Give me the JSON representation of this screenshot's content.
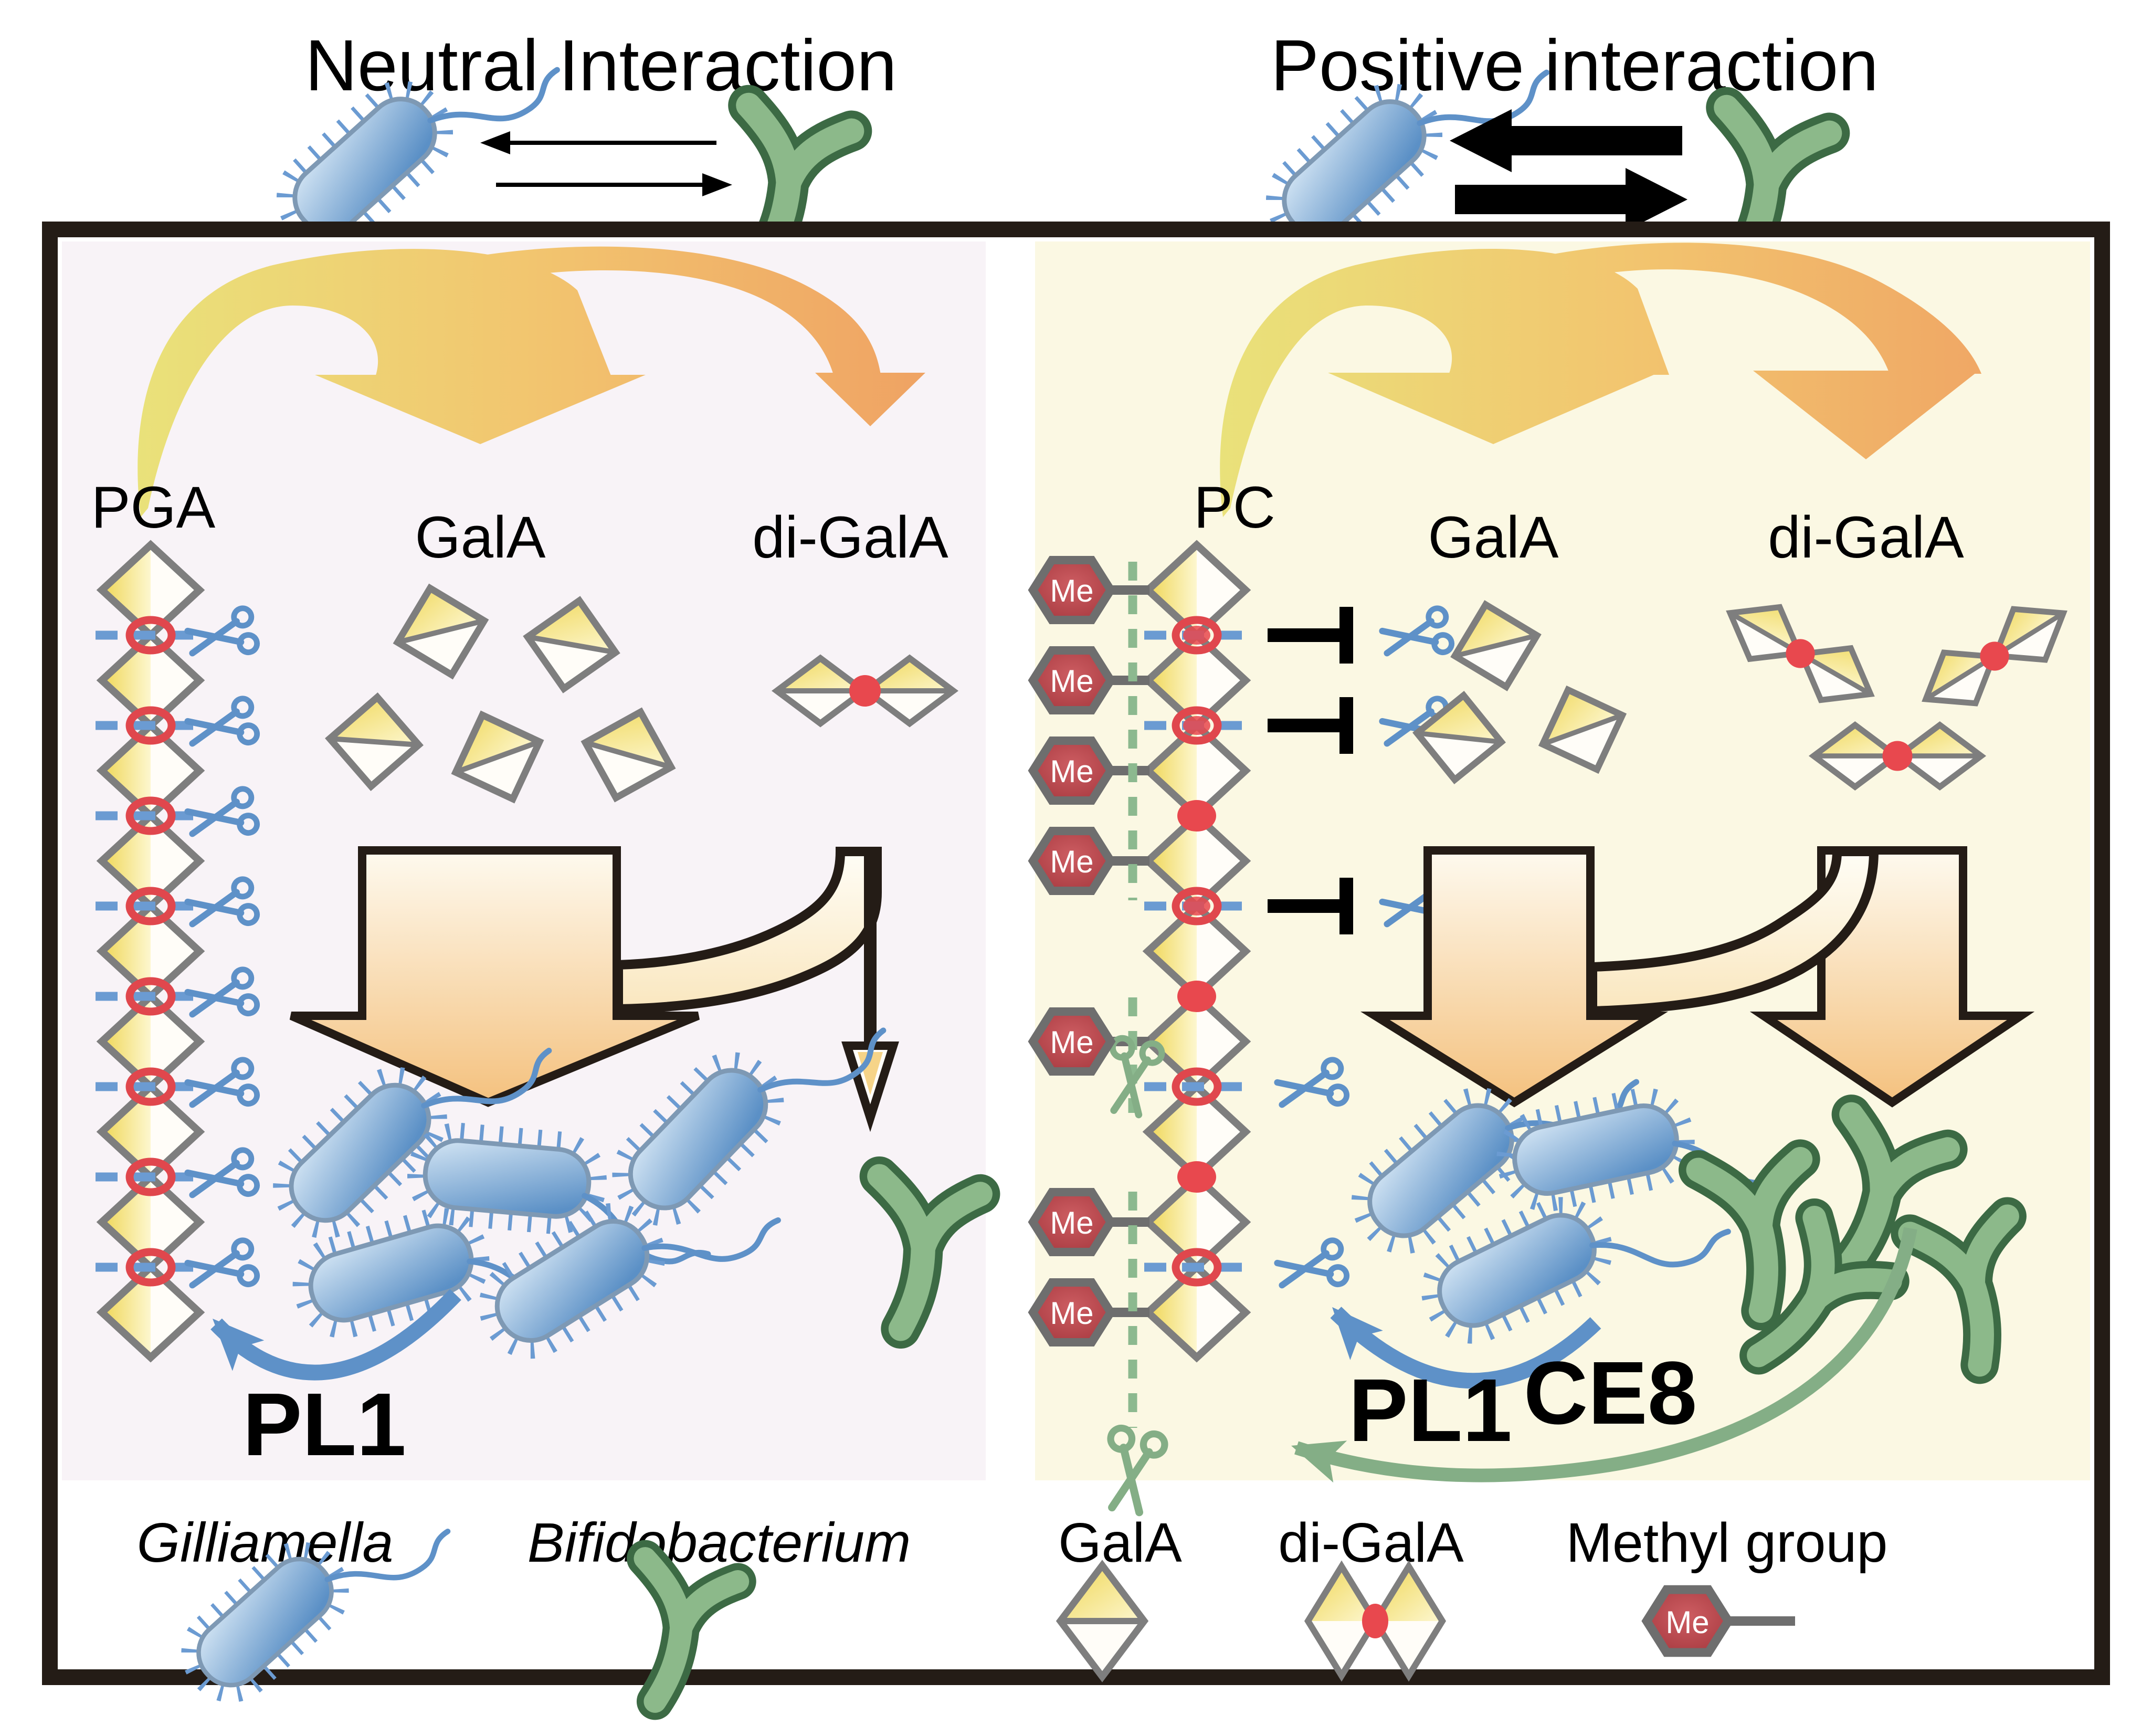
{
  "header": {
    "neutral_title": "Neutral Interaction",
    "positive_title": "Positive interaction"
  },
  "left_panel": {
    "substrate_label": "PGA",
    "monomer_label": "GalA",
    "dimer_label": "di-GalA",
    "enzyme_label": "PL1"
  },
  "right_panel": {
    "substrate_label": "PC",
    "monomer_label": "GalA",
    "dimer_label": "di-GalA",
    "enzyme_pl1_label": "PL1",
    "enzyme_ce8_label": "CE8",
    "methyl_label": "Me"
  },
  "legend": {
    "gilliamella_label": "Gilliamella",
    "bifidobacterium_label": "Bifidobacterium",
    "gala_label": "GalA",
    "digala_label": "di-GalA",
    "methyl_group_label": "Methyl group",
    "me_label": "Me"
  },
  "icons": {
    "scissors": "cleavage-scissors",
    "inhibitor": "blocked-cleavage-T-bar",
    "bacterium": "gilliamella-cell",
    "bifido": "bifidobacterium-cell"
  },
  "colors": {
    "left_panel_bg": "#f8f3f7",
    "right_panel_bg": "#fbf8e3",
    "box_border": "#241c16",
    "blue": "#5e91c8",
    "green_arrow": "#84ae86",
    "green_text": "#87a989",
    "green_dash": "#8cb98f",
    "red_dot": "#e8484e",
    "me_fill": "#b2434a",
    "diamond_yellow": "#f1da5e",
    "arch_yellow": "#e9e27a",
    "arch_orange": "#efa263",
    "gray_outline": "#7e7e7e"
  }
}
